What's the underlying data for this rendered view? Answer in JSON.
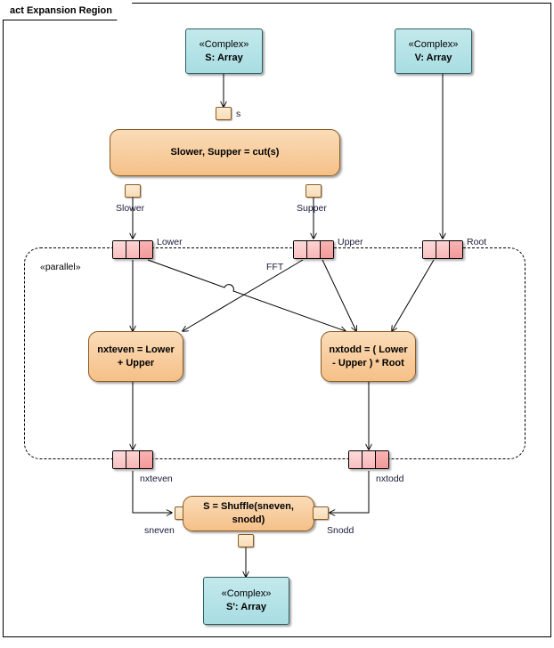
{
  "diagram": {
    "frame_label": "act Expansion Region",
    "region_stereotype": "«parallel»",
    "region_name_label": "FFT"
  },
  "object_nodes": [
    {
      "id": "s_array",
      "stereotype": "«Complex»",
      "name": "S: Array"
    },
    {
      "id": "v_array",
      "stereotype": "«Complex»",
      "name": "V: Array"
    },
    {
      "id": "sprime_array",
      "stereotype": "«Complex»",
      "name": "S': Array"
    }
  ],
  "actions": [
    {
      "id": "cut",
      "label": "Slower, Supper = cut(s)"
    },
    {
      "id": "nxteven",
      "label": "nxteven = Lower + Upper"
    },
    {
      "id": "nxtodd",
      "label": "nxtodd = ( Lower - Upper ) * Root"
    },
    {
      "id": "shuffle",
      "label": "S = Shuffle(sneven, snodd)"
    }
  ],
  "pins": [
    {
      "id": "pin_s",
      "label": "s",
      "owner": "cut",
      "kind": "input"
    },
    {
      "id": "pin_slower",
      "label": "Slower",
      "owner": "cut",
      "kind": "output"
    },
    {
      "id": "pin_supper",
      "label": "Supper",
      "owner": "cut",
      "kind": "output"
    },
    {
      "id": "pin_sneven",
      "label": "sneven",
      "owner": "shuffle",
      "kind": "input"
    },
    {
      "id": "pin_snodd",
      "label": "Snodd",
      "owner": "shuffle",
      "kind": "input"
    },
    {
      "id": "pin_sout",
      "label": "",
      "owner": "shuffle",
      "kind": "output"
    }
  ],
  "expansion_nodes": [
    {
      "id": "exp_lower",
      "label": "Lower",
      "position": "top",
      "label_side": "right"
    },
    {
      "id": "exp_upper",
      "label": "Upper",
      "position": "top",
      "label_side": "right"
    },
    {
      "id": "exp_root",
      "label": "Root",
      "position": "top",
      "label_side": "right"
    },
    {
      "id": "exp_nxteven",
      "label": "nxteven",
      "position": "bottom",
      "label_side": "below"
    },
    {
      "id": "exp_nxtodd",
      "label": "nxtodd",
      "position": "bottom",
      "label_side": "below"
    }
  ],
  "flows": [
    {
      "from": "s_array",
      "to": "pin_s"
    },
    {
      "from": "pin_slower",
      "to": "exp_lower"
    },
    {
      "from": "pin_supper",
      "to": "exp_upper"
    },
    {
      "from": "v_array",
      "to": "exp_root"
    },
    {
      "from": "exp_lower",
      "to": "nxteven"
    },
    {
      "from": "exp_lower",
      "to": "nxtodd"
    },
    {
      "from": "exp_upper",
      "to": "nxteven"
    },
    {
      "from": "exp_upper",
      "to": "nxtodd"
    },
    {
      "from": "exp_root",
      "to": "nxtodd"
    },
    {
      "from": "nxteven",
      "to": "exp_nxteven"
    },
    {
      "from": "nxtodd",
      "to": "exp_nxtodd"
    },
    {
      "from": "exp_nxteven",
      "to": "pin_sneven"
    },
    {
      "from": "exp_nxtodd",
      "to": "pin_snodd"
    },
    {
      "from": "pin_sout",
      "to": "sprime_array"
    }
  ],
  "colors": {
    "object_node_fill": "#b9e4e8",
    "object_node_border": "#2b5e63",
    "action_fill": "#f7cb9b",
    "action_border": "#8a5a20",
    "expansion_fill": "#f8bcbc",
    "line": "#000000",
    "frame_border": "#000000"
  }
}
